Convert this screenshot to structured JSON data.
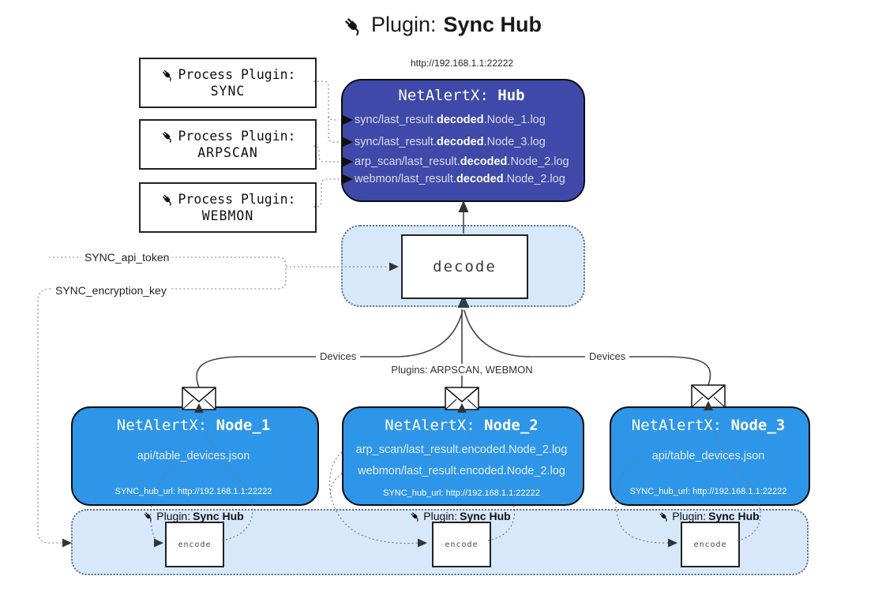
{
  "title": {
    "prefix": "Plugin: ",
    "bold": "Sync Hub"
  },
  "hub": {
    "url": "http://192.168.1.1:22222",
    "name_prefix": "NetAlertX: ",
    "name_bold": "Hub",
    "lines": [
      {
        "pre": "sync/last_result.",
        "bold": "decoded",
        "post": ".Node_1.log"
      },
      {
        "pre": "sync/last_result.",
        "bold": "decoded",
        "post": ".Node_3.log"
      },
      {
        "pre": "arp_scan/last_result.",
        "bold": "decoded",
        "post": ".Node_2.log"
      },
      {
        "pre": "webmon/last_result.",
        "bold": "decoded",
        "post": ".Node_2.log"
      }
    ]
  },
  "process_plugins": [
    {
      "label": "Process Plugin:",
      "name": "SYNC"
    },
    {
      "label": "Process Plugin:",
      "name": "ARPSCAN"
    },
    {
      "label": "Process Plugin:",
      "name": "WEBMON"
    }
  ],
  "settings": {
    "api_token": "SYNC_api_token",
    "encryption_key": "SYNC_encryption_key"
  },
  "decode": {
    "label": "decode"
  },
  "edges": {
    "devices_left": "Devices",
    "devices_right": "Devices",
    "plugins_mid": "Plugins: ARPSCAN, WEBMON"
  },
  "nodes": [
    {
      "name_prefix": "NetAlertX: ",
      "name_bold": "Node_1",
      "lines": [
        "api/table_devices.json"
      ],
      "hub_url": "SYNC_hub_url: http://192.168.1.1:22222"
    },
    {
      "name_prefix": "NetAlertX: ",
      "name_bold": "Node_2",
      "lines": [
        "arp_scan/last_result.encoded.Node_2.log",
        "webmon/last_result.encoded.Node_2.log"
      ],
      "hub_url": "SYNC_hub_url: http://192.168.1.1:22222"
    },
    {
      "name_prefix": "NetAlertX: ",
      "name_bold": "Node_3",
      "lines": [
        "api/table_devices.json"
      ],
      "hub_url": "SYNC_hub_url: http://192.168.1.1:22222"
    }
  ],
  "encode_sections": [
    {
      "label_prefix": "Plugin: ",
      "label_bold": "Sync Hub",
      "box_label": "encode"
    },
    {
      "label_prefix": "Plugin: ",
      "label_bold": "Sync Hub",
      "box_label": "encode"
    },
    {
      "label_prefix": "Plugin: ",
      "label_bold": "Sync Hub",
      "box_label": "encode"
    }
  ],
  "icons": {
    "title_icon": "plug-icon",
    "process_icon": "plug-icon",
    "band_icon": "plug-icon",
    "node_mail_icon": "envelope-icon"
  },
  "colors": {
    "hub_fill": "#3E49A9",
    "node_fill": "#2D96E8",
    "panel_fill": "#D7E8FA",
    "panel_border": "#5E7388"
  }
}
